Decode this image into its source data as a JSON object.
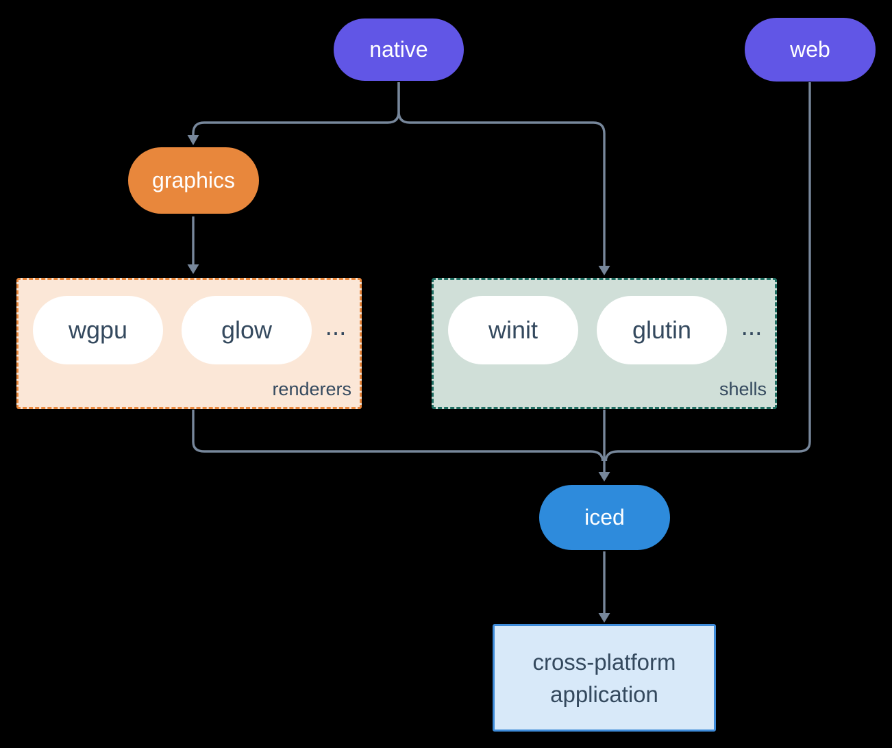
{
  "colors": {
    "background": "#000000",
    "node_purple": "#6156e6",
    "node_orange": "#e8873c",
    "node_blue": "#2e8bdc",
    "renderers_bg": "#fbe7d7",
    "renderers_border": "#e8873c",
    "shells_bg": "#d0dfd8",
    "shells_border": "#1f6e62",
    "app_bg": "#d8e9f9",
    "app_border": "#3e8bd9",
    "text_dark": "#34495e",
    "text_light": "#ffffff",
    "arrow": "#77879b"
  },
  "nodes": {
    "native": {
      "label": "native"
    },
    "web": {
      "label": "web"
    },
    "graphics": {
      "label": "graphics"
    },
    "iced": {
      "label": "iced"
    },
    "app": {
      "line1": "cross-platform",
      "line2": "application"
    }
  },
  "groups": {
    "renderers": {
      "label": "renderers",
      "items": [
        "wgpu",
        "glow"
      ],
      "ellipsis": "..."
    },
    "shells": {
      "label": "shells",
      "items": [
        "winit",
        "glutin"
      ],
      "ellipsis": "..."
    }
  },
  "edges": [
    {
      "from": "native",
      "to": "graphics"
    },
    {
      "from": "native",
      "to": "shells"
    },
    {
      "from": "graphics",
      "to": "renderers"
    },
    {
      "from": "renderers",
      "to": "iced"
    },
    {
      "from": "shells",
      "to": "iced"
    },
    {
      "from": "web",
      "to": "iced"
    },
    {
      "from": "iced",
      "to": "app"
    }
  ]
}
